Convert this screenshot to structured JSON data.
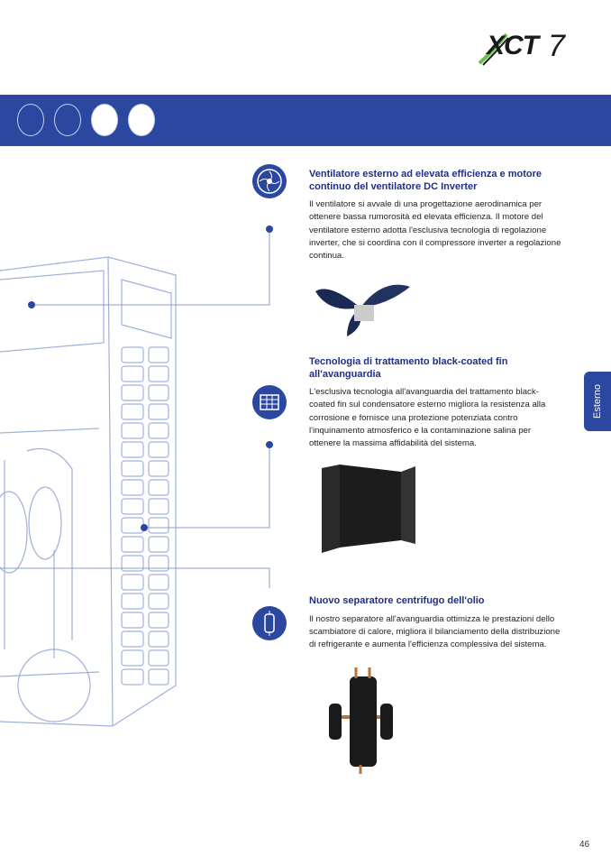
{
  "logo": {
    "text": "XCT",
    "number": "7"
  },
  "side_tab": "Esterno",
  "page_number": "46",
  "sections": [
    {
      "title": "Ventilatore esterno ad elevata efficienza e motore continuo del ventilatore DC Inverter",
      "body": "Il ventilatore si avvale di una progettazione aerodinamica per ottenere bassa rumorosità ed elevata efficienza. Il motore del ventilatore esterno adotta l'esclusiva tecnologia di regolazione inverter, che si coordina con il compressore inverter a regolazione continua."
    },
    {
      "title": "Tecnologia di trattamento black-coated fin all'avanguardia",
      "body": "L'esclusiva tecnologia all'avanguardia del trattamento black-coated fin sul condensatore esterno migliora la resistenza alla corrosione e fornisce una protezione potenziata contro l'inquinamento atmosferico e la contaminazione salina per ottenere la massima affidabilità del sistema."
    },
    {
      "title": "Nuovo separatore centrifugo dell'olio",
      "body": "Il nostro separatore all'avanguardia ottimizza le prestazioni dello scambiatore di calore, migliora il bilanciamento della distribuzione di refrigerante e aumenta l'efficienza complessiva del sistema."
    }
  ]
}
